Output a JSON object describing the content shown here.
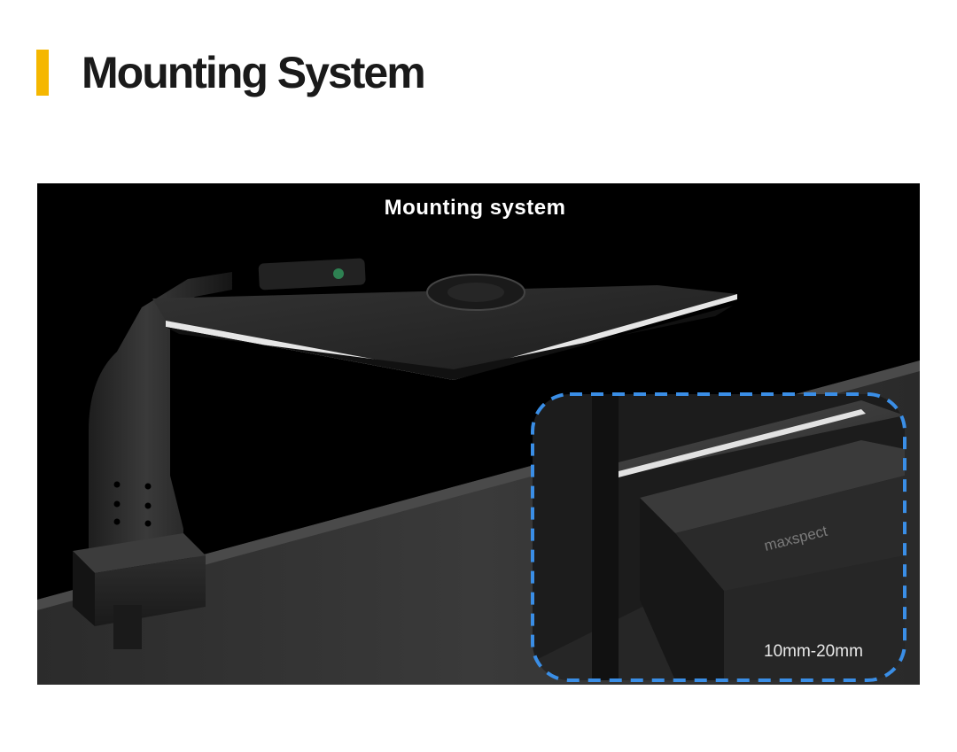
{
  "header": {
    "title": "Mounting System",
    "accent_color": "#f5b700"
  },
  "hero": {
    "caption": "Mounting system",
    "range_label": "10mm-20mm",
    "brand_mark": "maxspect",
    "zoom_border_color": "#3a8ee6"
  }
}
